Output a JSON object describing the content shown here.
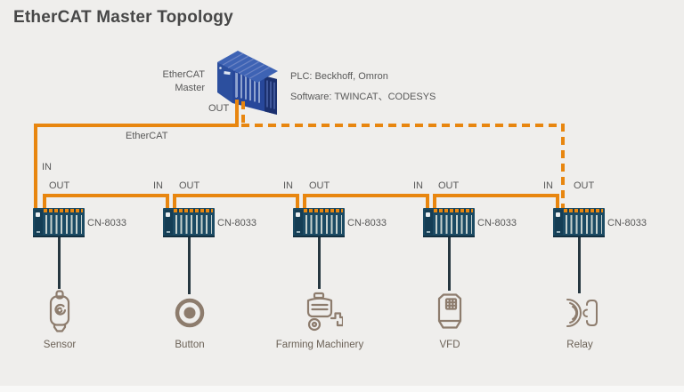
{
  "title": "EtherCAT Master Topology",
  "master": {
    "name_line1": "EtherCAT",
    "name_line2": "Master",
    "out_label": "OUT",
    "plc_line": "PLC:  Beckhoff, Omron",
    "software_line": "Software:  TWINCAT、CODESYS"
  },
  "bus": {
    "cable_label": "EtherCAT",
    "first_in_label": "IN"
  },
  "colors": {
    "background": "#efeeec",
    "cable_orange": "#e8860f",
    "module_navy": "#1b4a63",
    "device_icon_brown": "#8d7c6d",
    "plc_blue_front": "#27479a",
    "plc_blue_top": "#3e63b4"
  },
  "modules": [
    {
      "model": "CN-8033",
      "in_label": "IN",
      "out_label": "OUT"
    },
    {
      "model": "CN-8033",
      "in_label": "IN",
      "out_label": "OUT"
    },
    {
      "model": "CN-8033",
      "in_label": "IN",
      "out_label": "OUT"
    },
    {
      "model": "CN-8033",
      "in_label": "IN",
      "out_label": "OUT"
    },
    {
      "model": "CN-8033",
      "in_label": "IN",
      "out_label": "OUT"
    }
  ],
  "devices": [
    {
      "label": "Sensor"
    },
    {
      "label": "Button"
    },
    {
      "label": "Farming Machinery"
    },
    {
      "label": "VFD"
    },
    {
      "label": "Relay"
    }
  ]
}
